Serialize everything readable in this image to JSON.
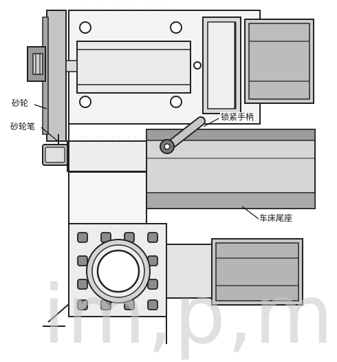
{
  "labels": {
    "grinding_wheel": "砂轮",
    "wheel_pen": "砂轮笔",
    "lock_handle": "锁紧手柄",
    "tailstock": "车床尾座"
  },
  "watermark": "im,p,m",
  "colors": {
    "line": "#222222",
    "fill_light": "#e6e6e6",
    "fill_mid": "#bdbdbd",
    "fill_dark": "#8e8e8e",
    "background": "#ffffff"
  }
}
